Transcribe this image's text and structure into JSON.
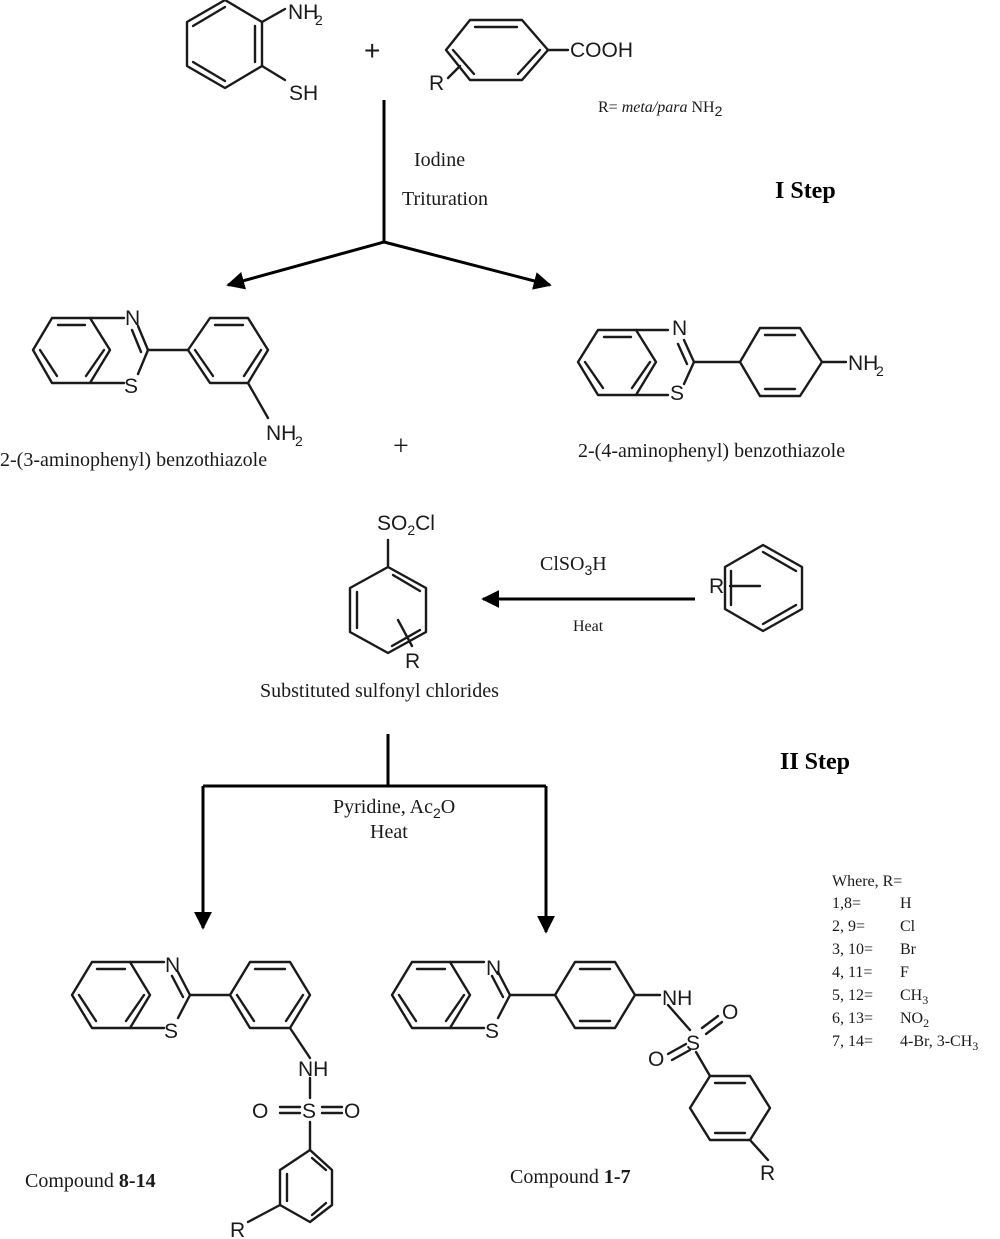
{
  "reactants": {
    "aminothiophenol_nh2": "NH",
    "aminothiophenol_nh2_sub": "2",
    "aminothiophenol_sh": "SH",
    "plus": "+",
    "acid_r": "R",
    "acid_cooh": "COOH",
    "r_def_prefix": "R= ",
    "r_def_italic": "meta/para",
    "r_def_suffix": " NH",
    "r_def_sub": "2"
  },
  "step1": {
    "reagent1": "Iodine",
    "reagent2": "Trituration",
    "label": "I Step"
  },
  "intermediates": {
    "meta_name": "2-(3-aminophenyl) benzothiazole",
    "para_name": "2-(4-aminophenyl) benzothiazole",
    "n": "N",
    "s": "S",
    "nh2": "NH",
    "nh2_sub": "2",
    "plus": "+"
  },
  "sulfonyl": {
    "so2cl_a": "SO",
    "so2cl_sub": "2",
    "so2cl_b": "Cl",
    "r": "R",
    "name": "Substituted sulfonyl chlorides",
    "reagent_a": "ClSO",
    "reagent_sub": "3",
    "reagent_b": "H",
    "heat": "Heat",
    "benzene_r": "R"
  },
  "step2": {
    "label": "II Step",
    "reagent_a": "Pyridine, Ac",
    "reagent_sub": "2",
    "reagent_b": "O",
    "heat": "Heat"
  },
  "products": {
    "left_label_pre": "Compound ",
    "left_label_bold": "8-14",
    "right_label_pre": "Compound ",
    "right_label_bold": "1-7",
    "n": "N",
    "s": "S",
    "nh": "NH",
    "o": "O",
    "r": "R"
  },
  "legend": {
    "title": "Where, R=",
    "rows": [
      {
        "num": "1,8=",
        "val": "H",
        "sub": ""
      },
      {
        "num": "2, 9=",
        "val": "Cl",
        "sub": ""
      },
      {
        "num": "3, 10=",
        "val": "Br",
        "sub": ""
      },
      {
        "num": "4, 11=",
        "val": "F",
        "sub": ""
      },
      {
        "num": "5, 12=",
        "val": "CH",
        "sub": "3"
      },
      {
        "num": "6, 13=",
        "val": "NO",
        "sub": "2"
      },
      {
        "num": "7, 14=",
        "val": "4-Br, 3-CH",
        "sub": "3"
      }
    ]
  }
}
